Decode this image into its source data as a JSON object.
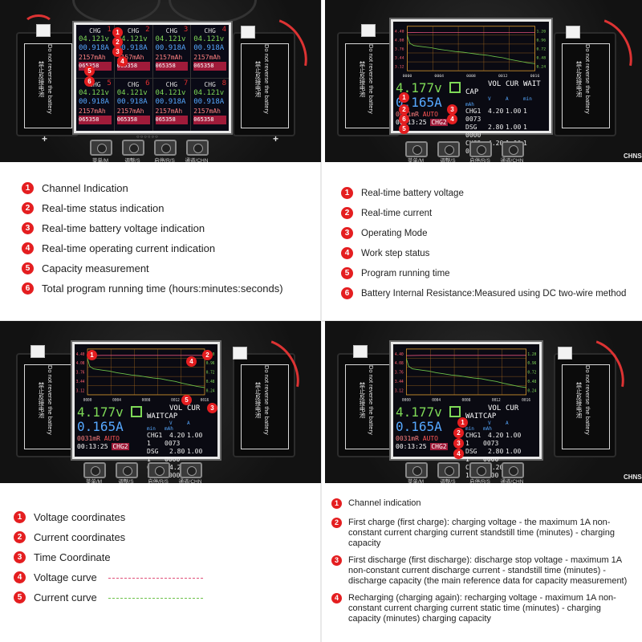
{
  "hardware": {
    "holder_label_en": "Do not reverse the battery",
    "holder_label_cn": "禁止反接电池",
    "buttons": [
      "菜单/M",
      "调整/S",
      "启停/R/S",
      "通道/CHN"
    ],
    "dots": "○○○○○○",
    "chns": "CHNS",
    "plus": "+",
    "minus": "-"
  },
  "channels": [
    {
      "num": "1",
      "mode": "CHG",
      "voltage": "04.121v",
      "current": "00.918A",
      "capacity": "2157mAh",
      "time": "065358"
    },
    {
      "num": "2",
      "mode": "CHG",
      "voltage": "04.121v",
      "current": "00.918A",
      "capacity": "2157mAh",
      "time": "065358"
    },
    {
      "num": "3",
      "mode": "CHG",
      "voltage": "04.121v",
      "current": "00.918A",
      "capacity": "2157mAh",
      "time": "065358"
    },
    {
      "num": "4",
      "mode": "CHG",
      "voltage": "04.121v",
      "current": "00.918A",
      "capacity": "2157mAh",
      "time": "065358"
    },
    {
      "num": "5",
      "mode": "CHG",
      "voltage": "04.121v",
      "current": "00.918A",
      "capacity": "2157mAh",
      "time": "065358"
    },
    {
      "num": "6",
      "mode": "CHG",
      "voltage": "04.121v",
      "current": "00.918A",
      "capacity": "2157mAh",
      "time": "065358"
    },
    {
      "num": "7",
      "mode": "CHG",
      "voltage": "04.121v",
      "current": "00.918A",
      "capacity": "2157mAh",
      "time": "065358"
    },
    {
      "num": "8",
      "mode": "CHG",
      "voltage": "04.121v",
      "current": "00.918A",
      "capacity": "2157mAh",
      "time": "065358"
    }
  ],
  "readout": {
    "voltage": "4.177v",
    "current": "0.165A",
    "resistance": "0031mR",
    "auto": "AUTO",
    "time": "00:13:25",
    "mode": "CHG2",
    "headers": [
      "VOL",
      "CUR",
      "WAIT",
      "CAP"
    ],
    "units": [
      "V",
      "A",
      "min",
      "mAh"
    ],
    "rows": [
      [
        "CHG1",
        "4.20",
        "1.00",
        "1",
        "0073"
      ],
      [
        "DSG",
        "2.80",
        "1.00",
        "1",
        "0000"
      ],
      [
        "CHG2",
        "4.20",
        "1.00",
        "1",
        "0000"
      ]
    ]
  },
  "chart_data": {
    "type": "line",
    "x_ticks": [
      "0000",
      "0004",
      "0008",
      "0012",
      "0016"
    ],
    "y_left_ticks": [
      "4.08",
      "3.76",
      "3.44",
      "3.12"
    ],
    "y_right_ticks": [
      "0.96",
      "0.72",
      "0.48",
      "0.24"
    ],
    "y_left_top": "4.40",
    "y_right_top": "1.20",
    "xlim": [
      0,
      16
    ],
    "ylim_voltage": [
      2.8,
      4.4
    ],
    "ylim_current": [
      0,
      1.2
    ],
    "series": [
      {
        "color": "#e0507a",
        "x": [
          0,
          2,
          4,
          6,
          8,
          10,
          12,
          14,
          16
        ],
        "y": [
          4.17,
          4.18,
          4.18,
          4.18,
          4.18,
          4.18,
          4.18,
          4.18,
          4.18
        ]
      },
      {
        "color": "#6cc24a",
        "x": [
          0,
          0.3,
          0.8,
          1.5,
          3,
          4,
          5,
          6,
          7,
          8,
          9,
          10,
          11,
          12,
          13,
          14,
          15,
          16
        ],
        "y": [
          0.95,
          0.75,
          0.68,
          0.66,
          0.62,
          0.58,
          0.55,
          0.52,
          0.5,
          0.47,
          0.44,
          0.42,
          0.38,
          0.35,
          0.3,
          0.26,
          0.22,
          0.19
        ]
      }
    ],
    "grid": true
  },
  "legend1": [
    {
      "num": "1",
      "text": "Channel Indication"
    },
    {
      "num": "2",
      "text": "Real-time status indication"
    },
    {
      "num": "3",
      "text": "Real-time battery voltage indication"
    },
    {
      "num": "4",
      "text": "Real-time operating current indication"
    },
    {
      "num": "5",
      "text": "Capacity measurement"
    },
    {
      "num": "6",
      "text": "Total program running time (hours:minutes:seconds)"
    }
  ],
  "legend2": [
    {
      "num": "1",
      "text": "Real-time battery voltage"
    },
    {
      "num": "2",
      "text": "Real-time current"
    },
    {
      "num": "3",
      "text": "Operating Mode"
    },
    {
      "num": "4",
      "text": "Work step status"
    },
    {
      "num": "5",
      "text": "Program running time"
    },
    {
      "num": "6",
      "text": "Battery Internal Resistance:Measured using DC two-wire method"
    }
  ],
  "legend3": [
    {
      "num": "1",
      "text": "Voltage coordinates"
    },
    {
      "num": "2",
      "text": "Current coordinates"
    },
    {
      "num": "3",
      "text": "Time Coordinate"
    },
    {
      "num": "4",
      "text": "Voltage curve",
      "key_color": "#e0507a"
    },
    {
      "num": "5",
      "text": "Current curve",
      "key_color": "#6cc24a"
    }
  ],
  "legend4": [
    {
      "num": "1",
      "text": "Channel indication"
    },
    {
      "num": "2",
      "text": "First charge (first charge): charging voltage - the maximum 1A non-constant current charging current standstill time (minutes) - charging capacity"
    },
    {
      "num": "3",
      "text": "First discharge (first discharge): discharge stop voltage - maximum 1A non-constant current discharge current - standstill time (minutes) - discharge capacity (the main reference data for capacity measurement)"
    },
    {
      "num": "4",
      "text": "Recharging (charging again): recharging voltage - maximum 1A non-constant current charging current static time (minutes) - charging capacity (minutes) charging capacity"
    }
  ],
  "colors": {
    "marker_red": "#e41e20",
    "voltage_green": "#7ed957",
    "current_blue": "#56a8ff",
    "time_bg": "#a01b3a"
  }
}
